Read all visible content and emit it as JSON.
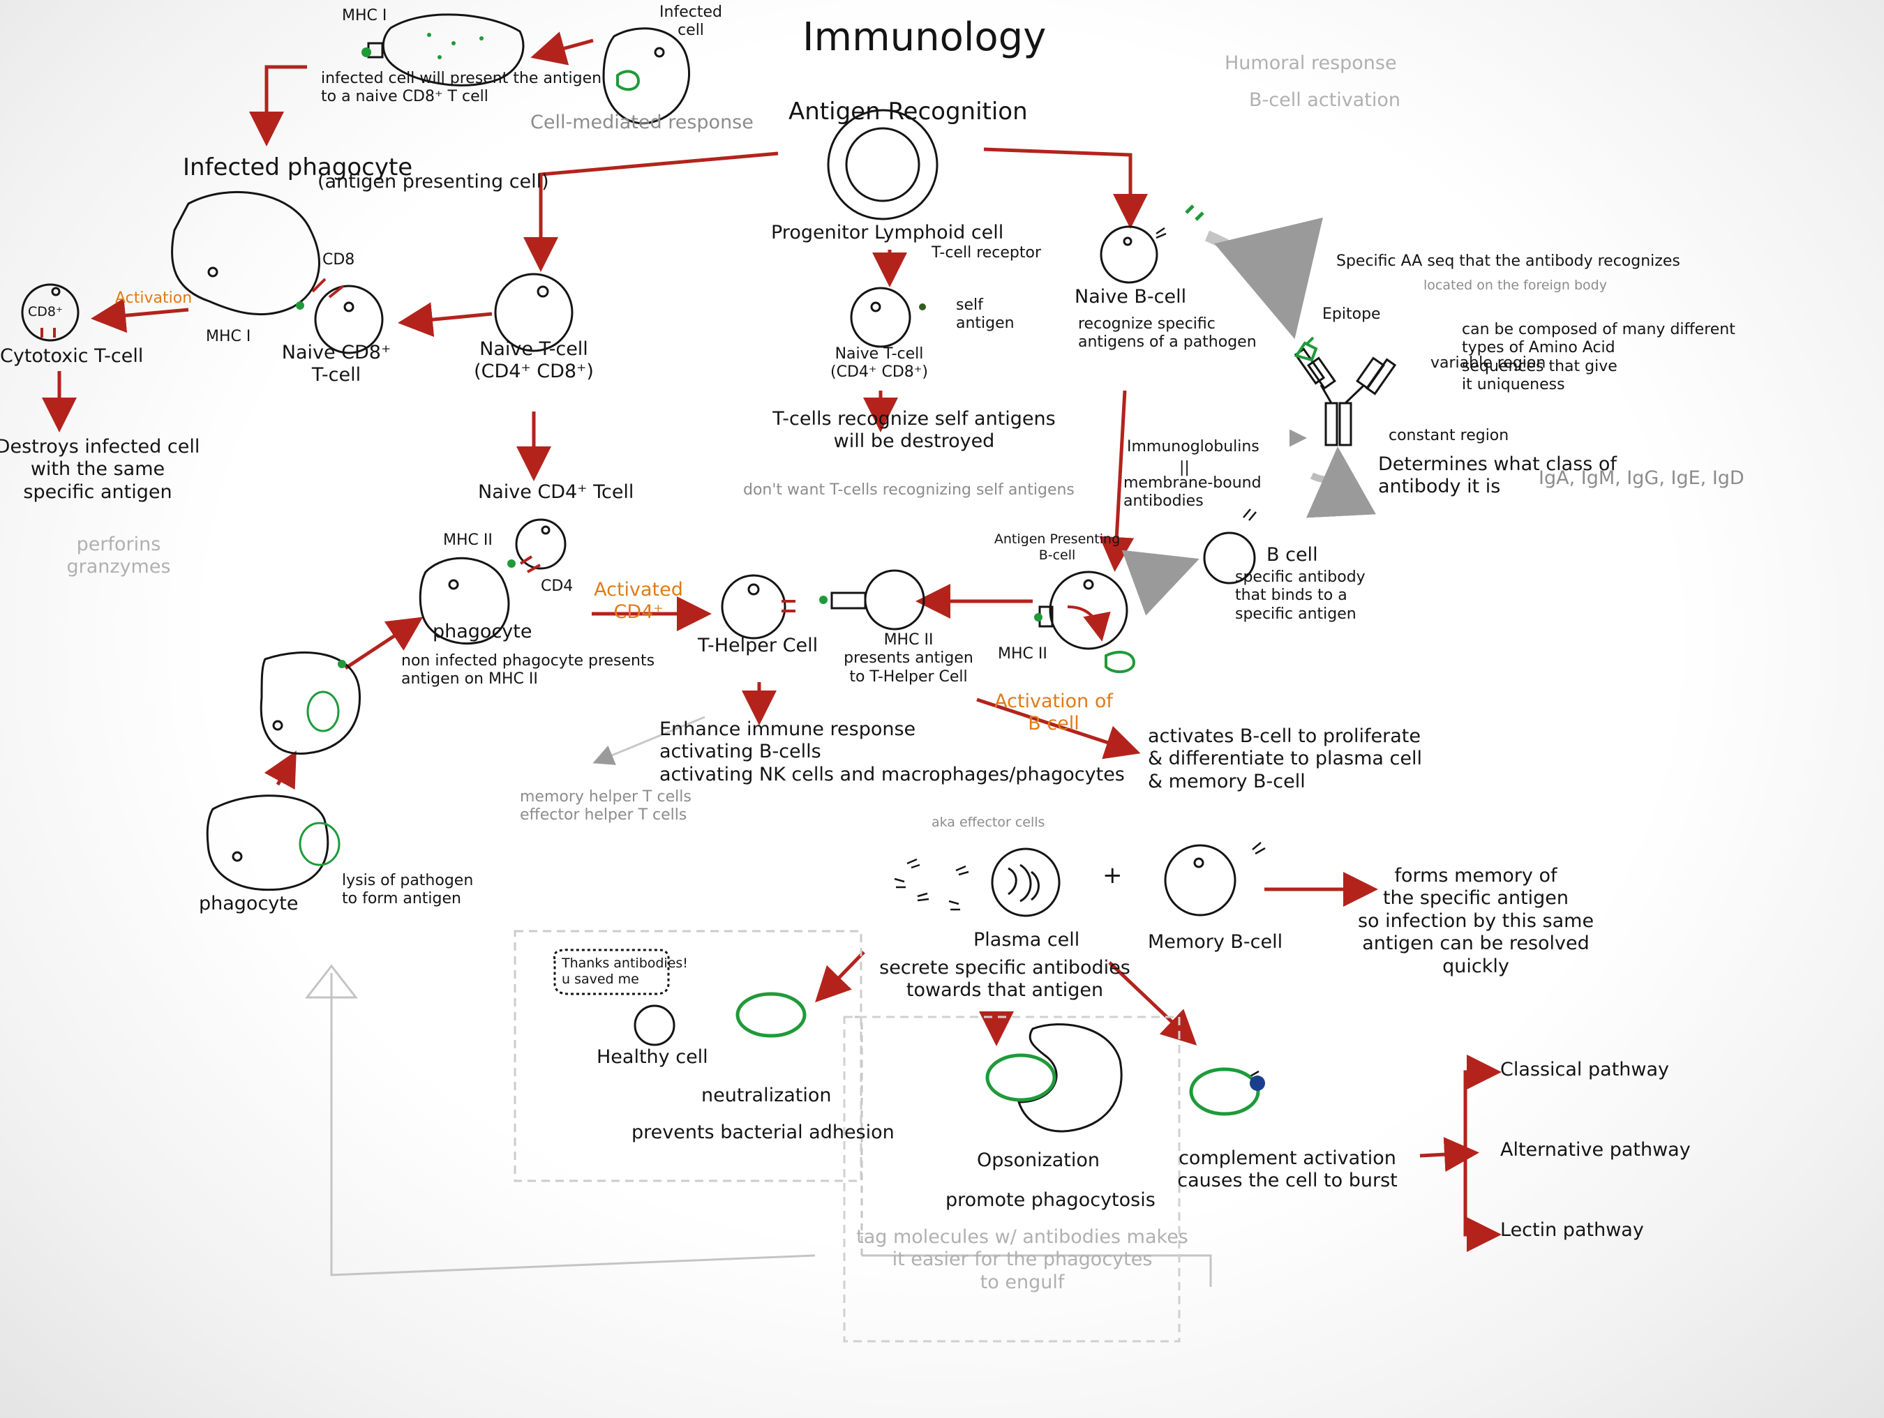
{
  "title": "Immunology",
  "branches": {
    "cell_mediated": "Cell-mediated response",
    "humoral": "Humoral response",
    "humoral_sub": "B-cell activation"
  },
  "top_left": {
    "mhc1": "MHC I",
    "infected_cell": "Infected\ncell",
    "present_note": "infected cell will present the antigen\nto a naive CD8⁺ T cell",
    "infected_phagocyte": "Infected phagocyte",
    "apc": "(antigen presenting cell)",
    "cd8": "CD8",
    "mhc1_b": "MHC I",
    "activation": "Activation",
    "cd8_cell": "CD8⁺",
    "cytotoxic": "Cytotoxic T-cell",
    "naive_cd8": "Naive CD8⁺\nT-cell",
    "destroys": "Destroys infected cell\nwith the same\nspecific antigen",
    "perforins": "perforins\ngranzymes"
  },
  "center": {
    "antigen_recognition": "Antigen Recognition",
    "progenitor": "Progenitor Lymphoid cell",
    "tcr": "T-cell receptor",
    "self_antigen": "self\nantigen",
    "naive_tcell_small": "Naive T-cell\n(CD4⁺ CD8⁺)",
    "tcells_recognize": "T-cells recognize self antigens\nwill be destroyed",
    "dont_want": "don't want T-cells recognizing self antigens",
    "naive_tcell": "Naive T-cell\n(CD4⁺ CD8⁺)",
    "naive_cd4": "Naive CD4⁺ Tcell"
  },
  "phagocyte_chain": {
    "mhc2": "MHC II",
    "cd4": "CD4",
    "phagocyte": "phagocyte",
    "noninfected": "non infected phagocyte presents\nantigen on MHC II",
    "phagocyte_bottom": "phagocyte",
    "lysis": "lysis of pathogen\nto form antigen"
  },
  "helper": {
    "activated": "Activated\nCD4⁺",
    "t_helper": "T-Helper Cell",
    "mhc2_presents": "MHC II\npresents antigen\nto T-Helper Cell",
    "enhance": "Enhance immune response\nactivating B-cells\nactivating NK cells and macrophages/phagocytes",
    "memory_helper": "memory helper T cells\neffector helper T cells",
    "apc_bcell": "Antigen Presenting\nB-cell",
    "mhc2_b": "MHC II",
    "activation_bcell": "Activation of\nB cell",
    "activates": "activates B-cell to proliferate\n& differentiate to plasma cell\n& memory B-cell"
  },
  "bcell": {
    "naive_bcell": "Naive B-cell",
    "recognize": "recognize specific\nantigens of a pathogen",
    "immunoglobulins": "Immunoglobulins",
    "eq": "||",
    "membrane_bound": "membrane-bound\nantibodies",
    "bcell": "B cell",
    "specific_ab": "specific antibody\nthat binds to a\nspecific antigen"
  },
  "antibody": {
    "specific_aa": "Specific AA seq that the antibody recognizes",
    "located": "located on the foreign body",
    "epitope": "Epitope",
    "variable": "variable region",
    "composed": "can be composed of many different\ntypes of Amino Acid\nsequences that give\nit uniqueness",
    "constant": "constant region",
    "determines": "Determines what class of\nantibody it is",
    "classes": "IgA, IgM, IgG, IgE, IgD"
  },
  "effector": {
    "aka": "aka effector cells",
    "plus": "+",
    "plasma_cell": "Plasma cell",
    "secrete": "secrete specific antibodies\ntowards that antigen",
    "memory_bcell": "Memory B-cell",
    "forms_memory": "forms memory of\nthe specific antigen\nso infection by this same\nantigen can be resolved\nquickly"
  },
  "outcomes": {
    "speech": "Thanks antibodies!\nu saved me",
    "healthy": "Healthy cell",
    "neutralization": "neutralization",
    "prevents": "prevents bacterial adhesion",
    "opsonization": "Opsonization",
    "promote": "promote phagocytosis",
    "tag": "tag molecules w/ antibodies makes\nit easier for the phagocytes\nto engulf",
    "complement": "complement activation\ncauses the cell to burst",
    "classical": "Classical pathway",
    "alternative": "Alternative pathway",
    "lectin": "Lectin pathway"
  },
  "colors": {
    "arrow_red": "#b3231c",
    "orange": "#e07b17",
    "green": "#1f9a3a",
    "grey": "#8c8c8c"
  }
}
